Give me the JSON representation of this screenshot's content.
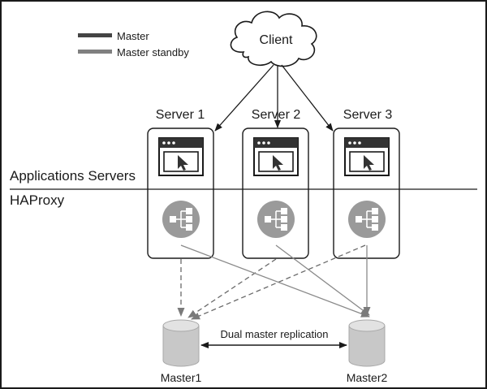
{
  "legend": {
    "master_label": "Master",
    "standby_label": "Master standby"
  },
  "client": {
    "label": "Client"
  },
  "servers": [
    {
      "label": "Server 1"
    },
    {
      "label": "Server 2"
    },
    {
      "label": "Server 3"
    }
  ],
  "layers": {
    "app_label": "Applications Servers",
    "proxy_label": "HAProxy"
  },
  "databases": [
    {
      "label": "Master1"
    },
    {
      "label": "Master2"
    }
  ],
  "replication_label": "Dual master replication",
  "colors": {
    "border": "#1a1a1a",
    "line": "#666666",
    "proxy_fill": "#9a9a9a",
    "db_fill": "#c8c8c8",
    "dashed": "#6a6a6a",
    "solid_link": "#8a8a8a"
  }
}
